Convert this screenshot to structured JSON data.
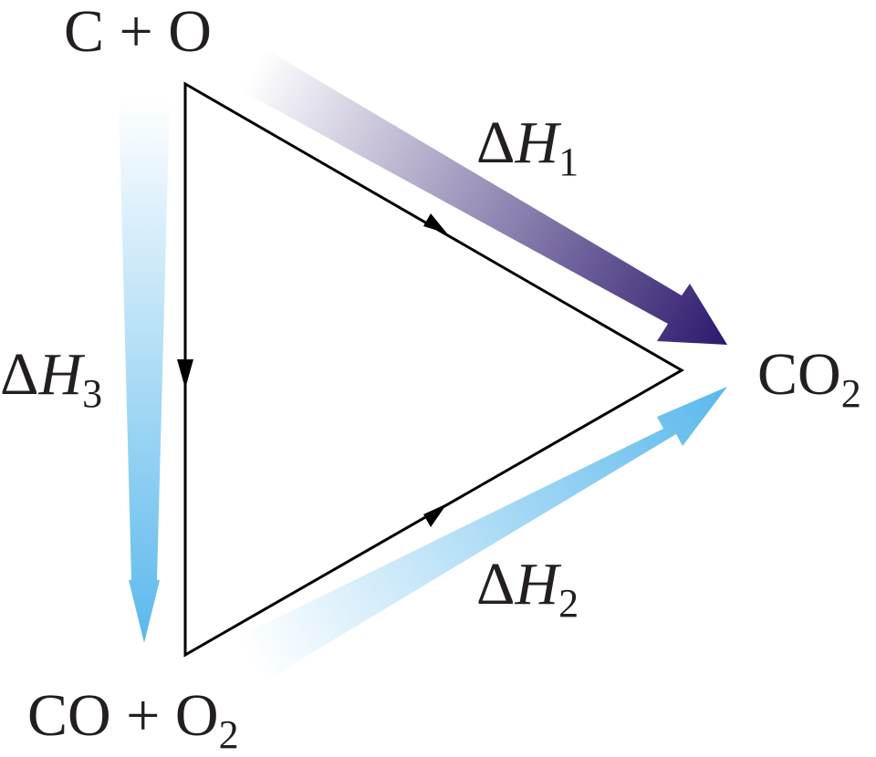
{
  "species": {
    "top": {
      "main": "C + O",
      "sub": ""
    },
    "bottom": {
      "main": "CO + O",
      "sub": "2"
    },
    "right": {
      "main": "CO",
      "sub": "2"
    }
  },
  "enthalpies": {
    "h1": {
      "delta": "Δ",
      "symbol": "H",
      "sub": "1"
    },
    "h2": {
      "delta": "Δ",
      "symbol": "H",
      "sub": "2"
    },
    "h3": {
      "delta": "Δ",
      "symbol": "H",
      "sub": "3"
    }
  },
  "colors": {
    "h1_arrow_start": "#ffffff",
    "h1_arrow_end": "#2e1a6e",
    "h2_arrow_start": "#ffffff",
    "h2_arrow_end": "#5bb9ec",
    "h3_arrow_start": "#ffffff",
    "h3_arrow_end": "#5bb9ec",
    "cycle_line": "#000000"
  }
}
